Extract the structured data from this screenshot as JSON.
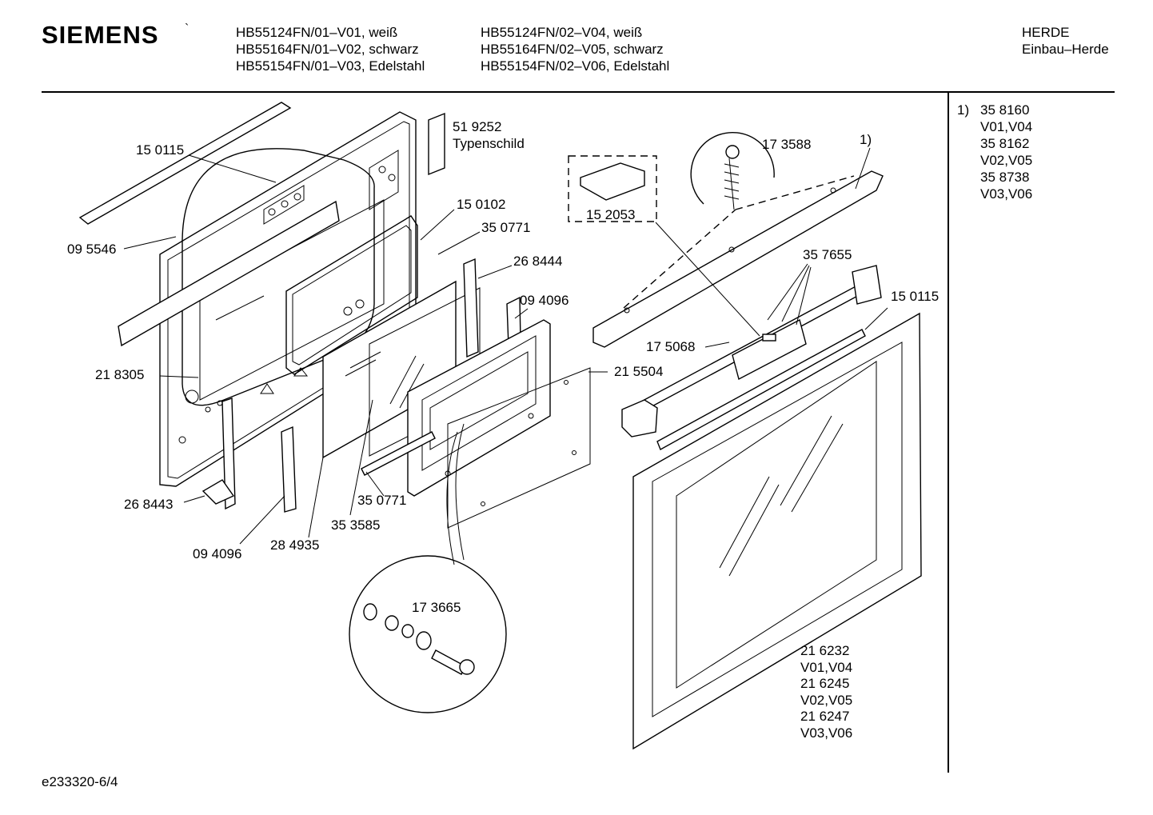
{
  "header": {
    "brand": "SIEMENS",
    "brand_mark": "`",
    "models_left": [
      "HB55124FN/01–V01, weiß",
      "HB55164FN/01–V02, schwarz",
      "HB55154FN/01–V03, Edelstahl"
    ],
    "models_right": [
      "HB55124FN/02–V04, weiß",
      "HB55164FN/02–V05, schwarz",
      "HB55154FN/02–V06, Edelstahl"
    ],
    "category": [
      "HERDE",
      "Einbau–Herde"
    ]
  },
  "side_note": {
    "marker": "1)",
    "lines": [
      "35 8160",
      "V01,V04",
      "35 8162",
      "V02,V05",
      "35 8738",
      "V03,V06"
    ]
  },
  "parts": {
    "p_150115_a": "15 0115",
    "p_095546": "09 5546",
    "p_519252": "51 9252",
    "p_typenschild": "Typenschild",
    "p_150102": "15 0102",
    "p_350771_a": "35 0771",
    "p_268444": "26 8444",
    "p_094096_a": "09 4096",
    "p_218305": "21 8305",
    "p_215504": "21 5504",
    "p_268443": "26 8443",
    "p_350771_b": "35 0771",
    "p_353585": "35 3585",
    "p_284935": "28 4935",
    "p_094096_b": "09 4096",
    "p_173665": "17 3665",
    "p_152053": "15 2053",
    "p_173588": "17 3588",
    "p_ref1": "1)",
    "p_357655": "35 7655",
    "p_150115_b": "15 0115",
    "p_175068": "17 5068"
  },
  "door_variants": [
    "21 6232",
    "V01,V04",
    "21 6245",
    "V02,V05",
    "21 6247",
    "V03,V06"
  ],
  "footer": {
    "doc_id": "e233320-6/4"
  }
}
